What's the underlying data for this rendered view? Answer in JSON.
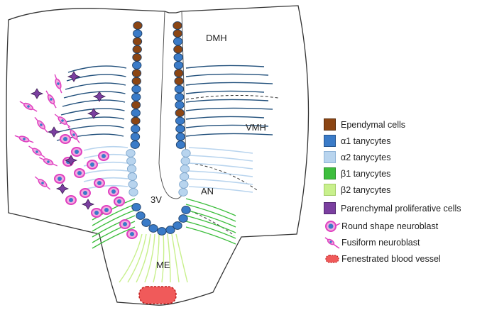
{
  "regions": {
    "dmh": "DMH",
    "vmh": "VMH",
    "an": "AN",
    "third_ventricle": "3V",
    "me": "ME"
  },
  "legend": [
    {
      "label": "Ependymal cells",
      "color": "#8B4513",
      "icon": "square-swatch"
    },
    {
      "label": "α1 tanycytes",
      "color": "#3A7BC8",
      "icon": "square-swatch"
    },
    {
      "label": "α2 tanycytes",
      "color": "#B8D4EE",
      "icon": "square-swatch"
    },
    {
      "label": "β1 tanycytes",
      "color": "#3DBE3D",
      "icon": "square-swatch"
    },
    {
      "label": "β2 tanycytes",
      "color": "#C8F08C",
      "icon": "square-swatch"
    },
    {
      "label": "Parenchymal proliferative cells",
      "color": "#7B3FA0",
      "icon": "square-swatch"
    },
    {
      "label": "Round shape neuroblast",
      "color": "#E040C0",
      "icon": "round-neuroblast-icon"
    },
    {
      "label": "Fusiform neuroblast",
      "color": "#E040C0",
      "icon": "fusiform-neuroblast-icon"
    },
    {
      "label": "Fenestrated blood vessel",
      "color": "#F05A5A",
      "icon": "blood-vessel-icon"
    }
  ],
  "colors": {
    "outline": "#333333",
    "ependymal": "#8B4513",
    "alpha1": "#3A7BC8",
    "alpha1_process": "#1F4E7A",
    "alpha2": "#B8D4EE",
    "beta1": "#3DBE3D",
    "beta2": "#C8F08C",
    "proliferative": "#7B3FA0",
    "neuroblast": "#E040C0",
    "vessel": "#F05A5A"
  }
}
